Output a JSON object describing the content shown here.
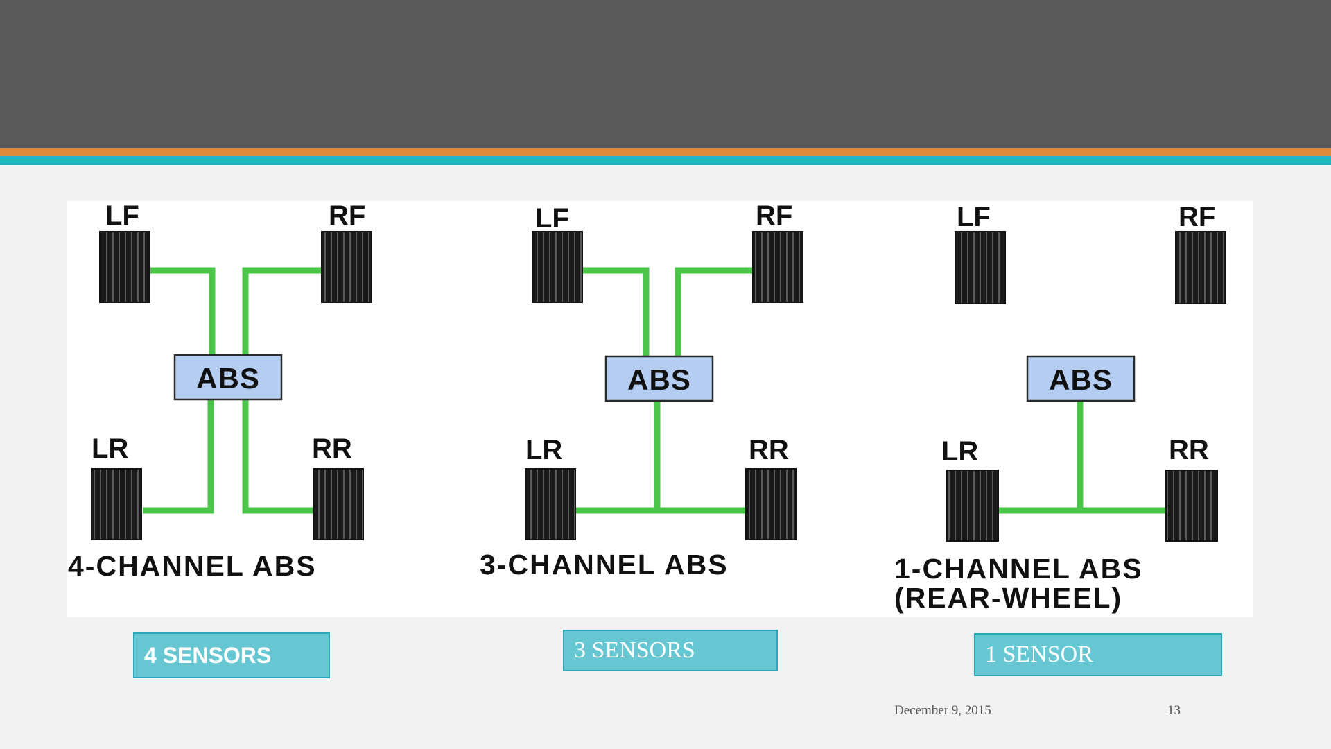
{
  "slide": {
    "date": "December 9, 2015",
    "page_number": "13"
  },
  "diagrams": [
    {
      "wheels": {
        "lf": "LF",
        "rf": "RF",
        "lr": "LR",
        "rr": "RR"
      },
      "abs_label": "ABS",
      "caption_line1": "4-CHANNEL ABS",
      "caption_line2": "",
      "sensor_label": "4 SENSORS"
    },
    {
      "wheels": {
        "lf": "LF",
        "rf": "RF",
        "lr": "LR",
        "rr": "RR"
      },
      "abs_label": "ABS",
      "caption_line1": "3-CHANNEL ABS",
      "caption_line2": "",
      "sensor_label": "3 SENSORS"
    },
    {
      "wheels": {
        "lf": "LF",
        "rf": "RF",
        "lr": "LR",
        "rr": "RR"
      },
      "abs_label": "ABS",
      "caption_line1": "1-CHANNEL ABS",
      "caption_line2": "(REAR-WHEEL)",
      "sensor_label": "1 SENSOR"
    }
  ],
  "colors": {
    "header": "#595959",
    "accent_orange": "#e08a3c",
    "accent_teal": "#23b3c1",
    "line_green": "#4cc64a",
    "abs_box": "#b4cdf0",
    "wheel": "#1a1a1a",
    "sensor_box": "#66c6d2"
  }
}
